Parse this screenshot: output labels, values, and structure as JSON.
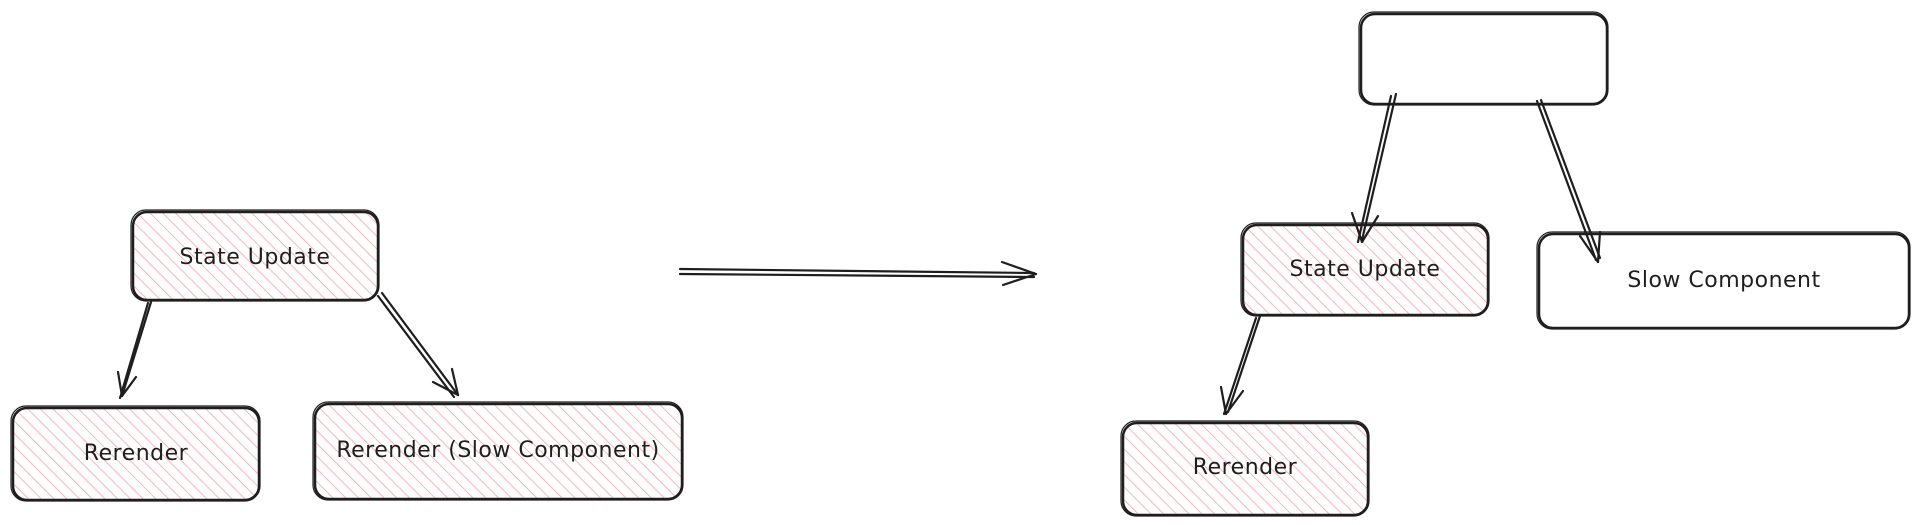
{
  "diagram": {
    "left": {
      "state_update": "State Update",
      "rerender": "Rerender",
      "rerender_slow": "Rerender (Slow Component)"
    },
    "right": {
      "parent": "",
      "state_update": "State Update",
      "slow_component": "Slow Component",
      "rerender": "Rerender"
    }
  },
  "colors": {
    "stroke": "#1e1e1e",
    "highlight_fill": "#f5a3b0",
    "background": "#ffffff"
  }
}
